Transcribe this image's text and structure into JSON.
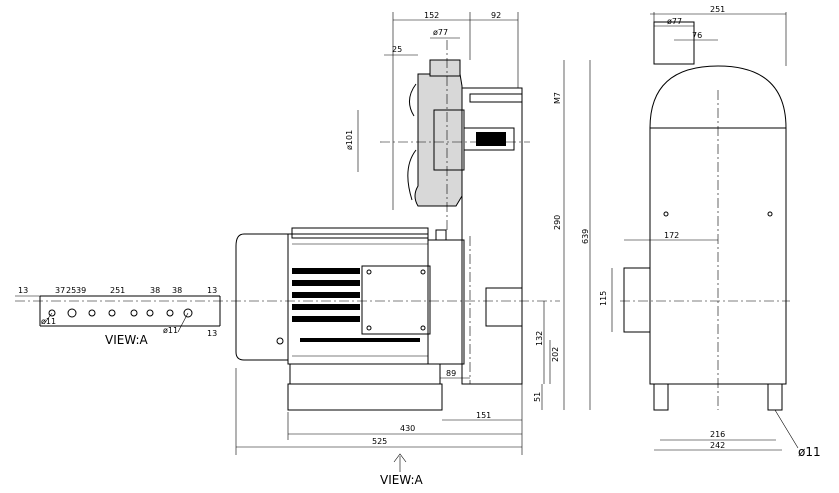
{
  "dims": {
    "top_152": "152",
    "top_92": "92",
    "phi77_front": "ø77",
    "d25": "25",
    "phi101": "ø101",
    "m7": "M7",
    "h290": "290",
    "h639": "639",
    "h132": "132",
    "h202": "202",
    "h51": "51",
    "d89": "89",
    "d151": "151",
    "d430": "430",
    "d525": "525",
    "side_251": "251",
    "side_phi77": "ø77",
    "side_76": "76",
    "side_172": "172",
    "side_115": "115",
    "side_216": "216",
    "side_242": "242",
    "side_phi11": "ø11",
    "va_13a": "13",
    "va_37": "37",
    "va_25": "25",
    "va_39": "39",
    "va_251": "251",
    "va_38a": "38",
    "va_38b": "38",
    "va_13b": "13",
    "va_13c": "13",
    "va_phi11a": "ø11",
    "va_phi11b": "ø11"
  },
  "labels": {
    "view_a_left": "VIEW:A",
    "view_a_bottom": "VIEW:A"
  }
}
